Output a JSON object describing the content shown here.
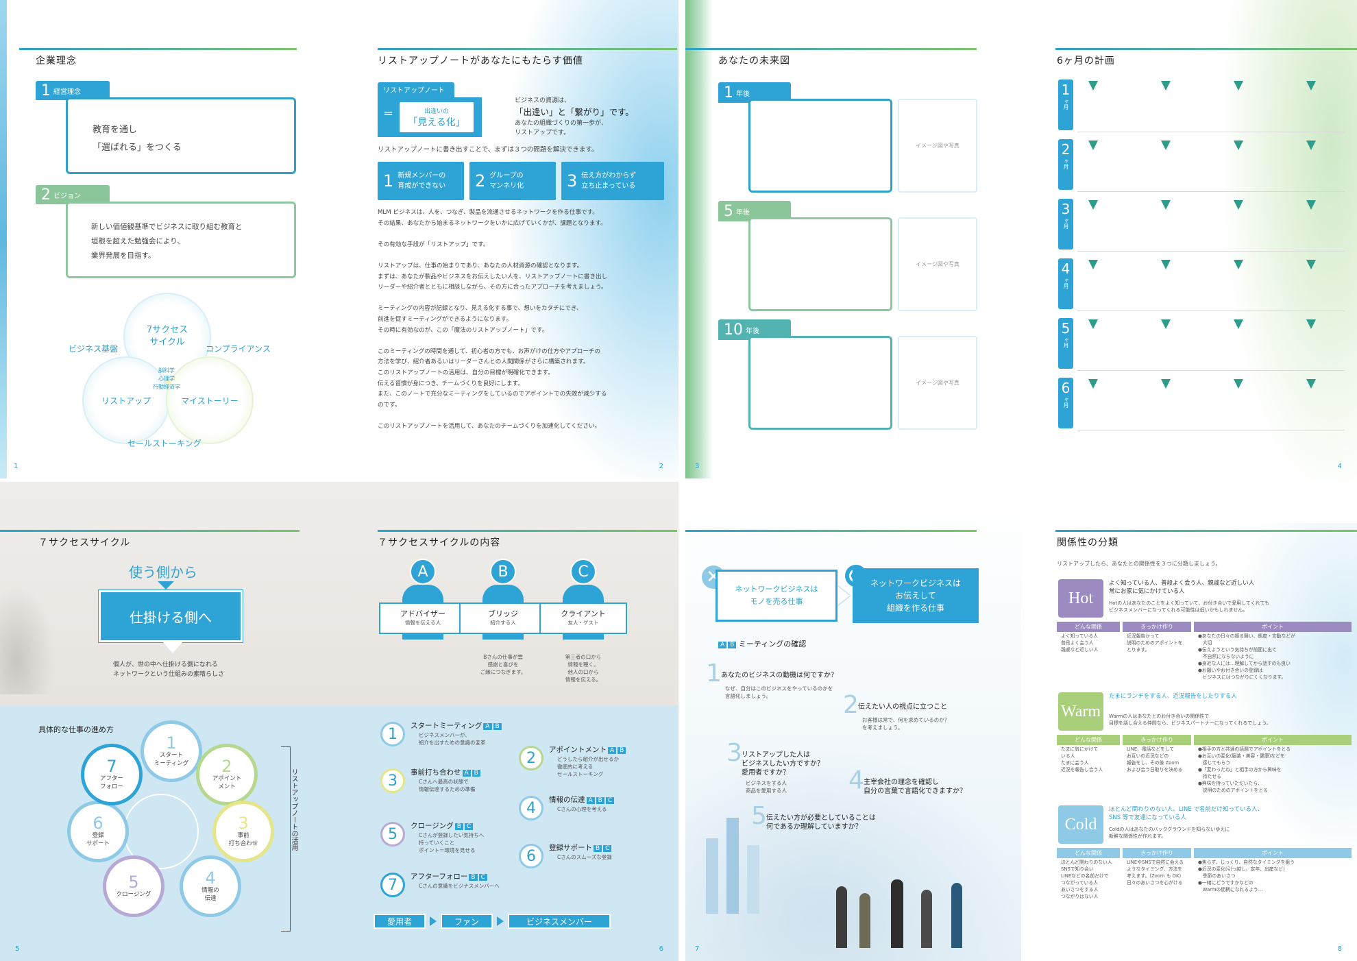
{
  "colors": {
    "accent": "#2ea3d6",
    "green": "#7cc46a",
    "teal": "#2d9c8a",
    "hot": "#9c8bc0",
    "warm": "#a9cf7a",
    "cold": "#8ec9e6"
  },
  "p1": {
    "title": "企業理念",
    "num": "1",
    "s1": {
      "n": "1",
      "tag": "経営理念",
      "lines": [
        "教育を通し",
        "「選ばれる」をつくる"
      ]
    },
    "s2": {
      "n": "2",
      "tag": "ビジョン",
      "lines": [
        "新しい価値観基準でビジネスに取り組む教育と",
        "垣根を超えた勉強会により、",
        "業界発展を目指す。"
      ]
    },
    "venn": {
      "top": "7サクセス\nサイクル",
      "left": "リストアップ",
      "right": "マイストーリー",
      "center": "脳科学\n心理学\n行動経済学",
      "l1": "ビジネス基盤",
      "l2": "コンプライアンス",
      "l3": "セールストーキング"
    }
  },
  "p2": {
    "title": "リストアップノートがあなたにもたらす価値",
    "num": "2",
    "tag": "リストアップノート",
    "eq": "=",
    "box_small": "出逢いの",
    "box_big": "「見える化」",
    "side": [
      "ビジネスの資源は、",
      "「出逢い」と「繋がり」です。",
      "あなたの組織づくりの第一歩が、",
      "リストアップです。"
    ],
    "intro": "リストアップノートに書き出すことで、まずは３つの問題を解決できます。",
    "probs": [
      {
        "n": "1",
        "t": "新規メンバーの\n育成ができない"
      },
      {
        "n": "2",
        "t": "グループの\nマンネリ化"
      },
      {
        "n": "3",
        "t": "伝え方がわからず\n立ち止まっている"
      }
    ],
    "body": [
      "MLM ビジネスは、人を、つなぎ、製品を流通させるネットワークを作る仕事です。",
      "その結果、あなたから始まるネットワークをいかに広げていくかが、課題となります。",
      "",
      "その有効な手段が「リストアップ」です。",
      "",
      "リストアップは、仕事の始まりであり、あなたの人材資源の確認となります。",
      "まずは、あなたが製品やビジネスをお伝えしたい人を、リストアップノートに書き出し",
      "リーダーや紹介者とともに相談しながら、その方に合ったアプローチを考えましょう。",
      "",
      "ミーティングの内容が記録となり、見える化する事で、想いをカタチにでき、",
      "前進を促すミーティングができるようになります。",
      "その時に有効なのが、この「魔法のリストアップノート」です。",
      "",
      "このミーティングの時間を通して、初心者の方でも、お声がけの仕方やアプローチの",
      "方法を学び、紹介者あるいはリーダーさんとの人間関係がさらに構築されます。",
      "このリストアップノートの活用は、自分の目標が明確化できます。",
      "伝える習慣が身につき、チームづくりを良好にします。",
      "また、このノートで充分なミーティングをしているのでアポイントでの失敗が減少する",
      "のです。",
      "",
      "このリストアップノートを活用して、あなたのチームづくりを加速化してください。"
    ]
  },
  "p3": {
    "title": "あなたの未来図",
    "num": "3",
    "rows": [
      {
        "n": "1",
        "u": "年後"
      },
      {
        "n": "5",
        "u": "年後"
      },
      {
        "n": "10",
        "u": "年後"
      }
    ],
    "photo": "イメージ図や写真"
  },
  "p4": {
    "title": "6ヶ月の計画",
    "num": "4",
    "months": [
      {
        "n": "1",
        "u": "ヶ月"
      },
      {
        "n": "2",
        "u": "ヶ月"
      },
      {
        "n": "3",
        "u": "ヶ月"
      },
      {
        "n": "4",
        "u": "ヶ月"
      },
      {
        "n": "5",
        "u": "ヶ月"
      },
      {
        "n": "6",
        "u": "ヶ月"
      }
    ]
  },
  "p5": {
    "title": "７サクセスサイクル",
    "num": "5",
    "from": "使う側から",
    "to": "仕掛ける側へ",
    "caption": [
      "個人が、世の中へ仕掛ける側になれる",
      "ネットワークという仕組みの素晴らしさ"
    ],
    "sub": "具体的な仕事の進め方",
    "steps": [
      {
        "n": "1",
        "t": "スタート\nミーティング"
      },
      {
        "n": "2",
        "t": "アポイント\nメント"
      },
      {
        "n": "3",
        "t": "事前\n打ち合わせ"
      },
      {
        "n": "4",
        "t": "情報の\n伝達"
      },
      {
        "n": "5",
        "t": "クロージング"
      },
      {
        "n": "6",
        "t": "登録\nサポート"
      },
      {
        "n": "7",
        "t": "アフター\nフォロー"
      }
    ],
    "side": "リストアップノートの活用"
  },
  "p6": {
    "title": "７サクセスサイクルの内容",
    "num": "6",
    "people": [
      {
        "l": "A",
        "t": "アドバイザー",
        "s": "情報を伝える人",
        "d": ""
      },
      {
        "l": "B",
        "t": "ブリッジ",
        "s": "紹介する人",
        "d": "Bさんの仕事が雲\n感謝と喜びを\nご縁につなぎます。"
      },
      {
        "l": "C",
        "t": "クライアント",
        "s": "友人・ゲスト",
        "d": "第三者の口から\n情報を聴く。\n他人の口から\n情報を伝える。"
      }
    ],
    "steps": [
      {
        "n": "1",
        "t": "スタートミーティング",
        "tags": [
          "A",
          "B"
        ],
        "d": "ビジネスメンバーが、\n紹介を出すための意識の変革"
      },
      {
        "n": "2",
        "t": "アポイントメント",
        "tags": [
          "A",
          "B"
        ],
        "d": "どうしたら紹介が出せるか\n徹底的に考える\nセールストーキング"
      },
      {
        "n": "3",
        "t": "事前打ち合わせ",
        "tags": [
          "A",
          "B"
        ],
        "d": "Cさんへ最高の状態で\n情報伝達するための準備"
      },
      {
        "n": "4",
        "t": "情報の伝達",
        "tags": [
          "A",
          "B",
          "C"
        ],
        "d": "Cさんの心理を考える"
      },
      {
        "n": "5",
        "t": "クロージング",
        "tags": [
          "B",
          "C"
        ],
        "d": "Cさんが登録したい気持ちへ\n持っていくこと\nポイント＝環境を見せる"
      },
      {
        "n": "6",
        "t": "登録サポート",
        "tags": [
          "B",
          "C"
        ],
        "d": "Cさんのスムーズな登録"
      },
      {
        "n": "7",
        "t": "アフターフォロー",
        "tags": [
          "B",
          "C"
        ],
        "d": "Cさんの意識をビジナスメンバーへ"
      }
    ],
    "flow": [
      "愛用者",
      "ファン",
      "ビジネスメンバー"
    ]
  },
  "p7": {
    "num": "7",
    "left": "ネットワークビジネスは\nモノを売る仕事",
    "right": "ネットワークビジネスは\nお伝えして\n組織を作る仕事",
    "mtg": "ミーティングの確認",
    "qs": [
      {
        "n": "1",
        "q": "あなたのビジネスの動機は何ですか？",
        "d": "なぜ、自分はこのビジネスをやっているのかを\n言語化しましょう。"
      },
      {
        "n": "2",
        "q": "伝えたい人の視点に立つこと",
        "d": "お客様は常で、何を求めているのか？\nを考えましょう。"
      },
      {
        "n": "3",
        "q": "リストアップした人は\nビジネスしたい方ですか？\n愛用者ですか？",
        "d": "ビジネスをする人\n商品を愛用する人"
      },
      {
        "n": "4",
        "q": "主宰会社の理念を確認し\n自分の言葉で言語化できますか？",
        "d": ""
      },
      {
        "n": "5",
        "q": "伝えたい方が必要としていることは\n何であるか理解していますか？",
        "d": ""
      }
    ]
  },
  "p8": {
    "title": "関係性の分類",
    "num": "8",
    "intro": "リストアップしたら、あなたとの関係性を３つに分類しましょう。",
    "heads": [
      "どんな関係",
      "きっかけ作り",
      "ポイント"
    ],
    "cats": [
      {
        "k": "Hot",
        "h": "よく知っている人、普段よく会う人、親戚など近しい人\n常にお家に気にかけている人",
        "s": "Hotの人はあなたのことをよく知っていて、お付き合いで愛用してくれても\nビジネスメンバーになってくれる可能性は低いかもしれません。",
        "c1": "よく知っている人\n普段よく会う人\n親戚など近しい人",
        "c2": "近況報告かって\n説明のためのアポイントを\nとります。",
        "c3": "●あなたの日々の振る舞い、態度・言動などが\n　大切\n●伝えようという気持ちが前面に出て\n　不自然にならないように\n●身近な人には…理解してから話すのも良い\n●お願いやお付き合いの登録は\n　ビジネスにはつながりにくくなります。"
      },
      {
        "k": "Warm",
        "h": "たまにランチをする人、近況報告をしたりする人",
        "s": "Warmの人はあなたとのお付き合いの関係性で\n目標を話し合える仲間なら、ビジネスパートナーになってくれるでしょう。",
        "c1": "たまに気にかけて\nいる人\nたまに会う人\n近況を報告し合う人",
        "c2": "LINE、電話などをして\nお互いの近況などの\n報告をし、その後 Zoom\nおよび会う日取りを決める",
        "c3": "●相手の方と共通の話題でアポイントをとる\n●お互いの変化(服装・美容・健康)などを\n　感じてもらう\n●「変わったね」と相手の方から興味を\n　持たせる\n●興味を持っていただいたら、\n　説明のためのアポイントをとる"
      },
      {
        "k": "Cold",
        "h": "ほとんど関わりのない人、LINE で名前だけ知っている人、\nSNS 等で友達になっている人",
        "s": "Coldの人はあなたのバックグラウンドを知らないゆえに\n新鮮な関係性が作れます。",
        "c1": "ほとんど関わりのない人\nSNSで知り合い\nLINEなどの名前だけで\nつながっている人\nあいさつをする人\nつながりはない人",
        "c2": "LINEやSNSで自然に会える\nようなタイミング、方法を\n考えます。(Zoom も OK)\n日々のあいさつを心がける",
        "c3": "●焦らず、じっくり、自然なタイミングを狙う\n●近況の変化(引っ越し、定年、出産など)\n　季節のあいさつ\n●一緒にどうですかなどの\n　Warmの間柄になれるよう…"
      }
    ]
  }
}
